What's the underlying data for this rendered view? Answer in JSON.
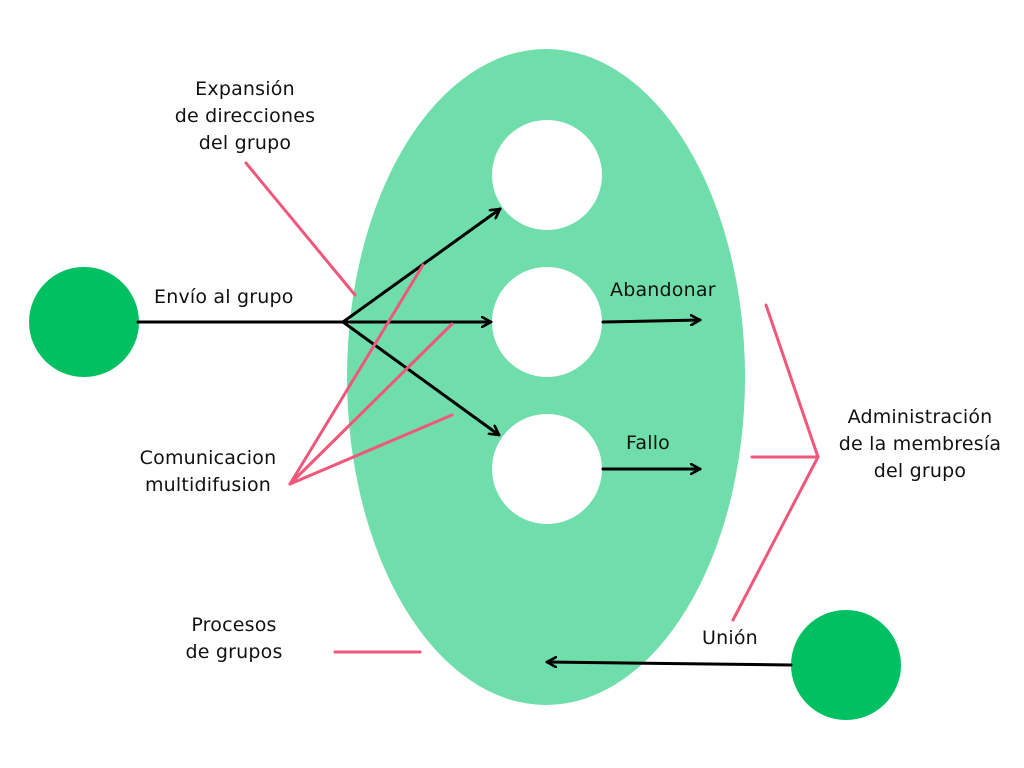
{
  "colors": {
    "group_ellipse": "#6fdeaa",
    "process_circle": "#ffffff",
    "external_node": "#00c062",
    "arrow": "#000000",
    "pointer_line": "#f0577a",
    "text": "#111111"
  },
  "labels": {
    "address_expansion": [
      "Expansión",
      "de direcciones",
      "del grupo"
    ],
    "send_to_group": "Envío al grupo",
    "leave": "Abandonar",
    "failure": "Fallo",
    "join": "Unión",
    "multicast": [
      "Comunicacion",
      "multidifusion"
    ],
    "group_processes": [
      "Procesos",
      "de grupos"
    ],
    "membership_management": [
      "Administración",
      "de la membresía",
      "del grupo"
    ]
  }
}
